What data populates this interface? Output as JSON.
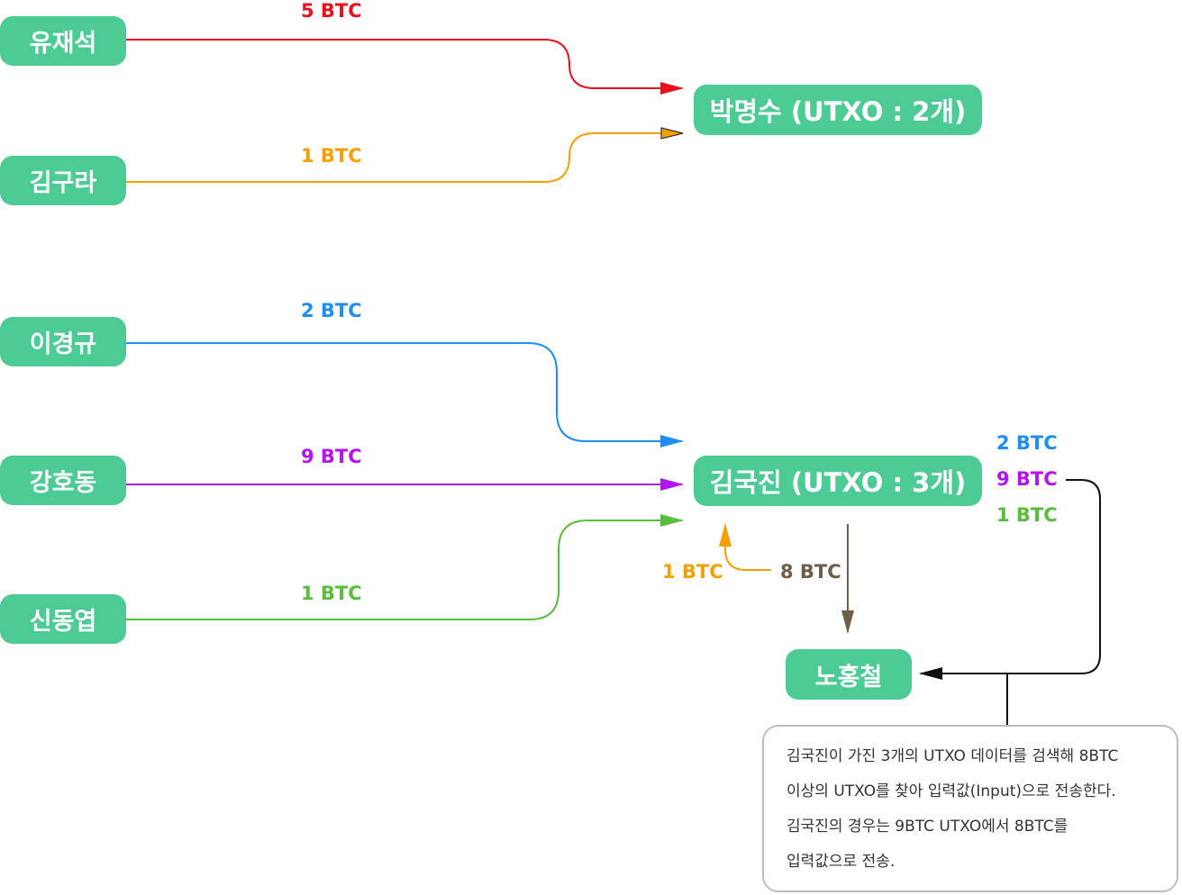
{
  "nodes": {
    "yoo": "유재석",
    "kimgura": "김구라",
    "lee": "이경규",
    "kang": "강호동",
    "shin": "신동엽",
    "park": "박명수 (UTXO : 2개)",
    "kimgukjin": "김국진 (UTXO : 3개)",
    "noh": "노홍철"
  },
  "edges": {
    "yoo_park": "5 BTC",
    "kimgura_park": "1 BTC",
    "lee_kim": "2 BTC",
    "kang_kim": "9 BTC",
    "shin_kim": "1 BTC",
    "change": "1 BTC",
    "send": "8 BTC"
  },
  "utxo_list": [
    "2 BTC",
    "9 BTC",
    "1 BTC"
  ],
  "note_lines": [
    "김국진이 가진 3개의 UTXO 데이터를 검색해  8BTC",
    "이상의 UTXO를 찾아 입력값(Input)으로 전송한다.",
    "김국진의 경우는 9BTC  UTXO에서 8BTC를",
    "입력값으로 전송."
  ],
  "colors": {
    "node": "#4ccb94",
    "red": "#e8101a",
    "orange": "#f5a000",
    "blue": "#1e8ff0",
    "purple": "#b314f0",
    "green": "#57bd3a",
    "brown": "#6e5d48",
    "black": "#111111"
  }
}
